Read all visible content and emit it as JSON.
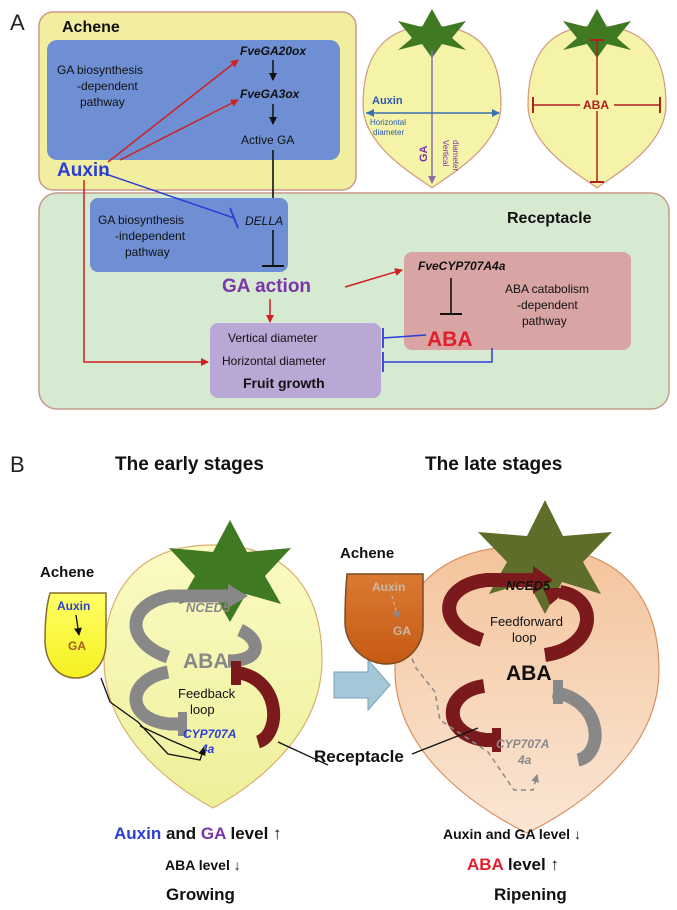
{
  "panel_a": {
    "label": "A",
    "achene_title": "Achene",
    "receptacle_title": "Receptacle",
    "ga_dep_line1": "GA biosynthesis",
    "ga_dep_line2": "-dependent",
    "ga_dep_line3": "pathway",
    "gene_ga20ox": "FveGA20ox",
    "gene_ga3ox": "FveGA3ox",
    "active_ga": "Active GA",
    "auxin": "Auxin",
    "della": "DELLA",
    "ga_indep_line1": "GA biosynthesis",
    "ga_indep_line2": "-independent",
    "ga_indep_line3": "pathway",
    "ga_action": "GA action",
    "gene_cyp": "FveCYP707A4a",
    "aba_cat_line1": "ABA catabolism",
    "aba_cat_line2": "-dependent",
    "aba_cat_line3": "pathway",
    "aba": "ABA",
    "vertical_diameter": "Vertical diameter",
    "horizontal_diameter": "Horizontal diameter",
    "fruit_growth": "Fruit growth",
    "fruit1_auxin": "Auxin",
    "fruit1_horiz_line1": "Horizontal",
    "fruit1_horiz_line2": "diameter",
    "fruit1_ga": "GA",
    "fruit1_vert_line1": "Vertical",
    "fruit1_vert_line2": "diameter",
    "fruit2_aba": "ABA"
  },
  "panel_b": {
    "label": "B",
    "early_title": "The early stages",
    "late_title": "The late stages",
    "early": {
      "achene": "Achene",
      "auxin": "Auxin",
      "ga": "GA",
      "nced5": "NCED5",
      "aba": "ABA",
      "loop_line1": "Feedback",
      "loop_line2": "loop",
      "cyp_line1": "CYP707A",
      "cyp_line2": "4a"
    },
    "late": {
      "achene": "Achene",
      "auxin": "Auxin",
      "ga": "GA",
      "nced5": "NCED5",
      "aba": "ABA",
      "loop_line1": "Feedforward",
      "loop_line2": "loop",
      "cyp_line1": "CYP707A",
      "cyp_line2": "4a"
    },
    "receptacle": "Receptacle",
    "early_caption": {
      "auxin": "Auxin",
      "and": " and ",
      "ga": "GA",
      "level_up": " level ↑",
      "aba_line": "ABA level ↓",
      "status": "Growing"
    },
    "late_caption": {
      "line1": "Auxin and GA level ↓",
      "aba": "ABA",
      "level_up": " level ↑",
      "status": "Ripening"
    }
  },
  "colors": {
    "achene_bg": "#f1eea0",
    "receptacle_bg": "#d5ead0",
    "blue_box": "#6e8fd4",
    "pink_box": "#d9a4a4",
    "purple_box": "#b9a7d5",
    "auxin_blue": "#2a3fd8",
    "ga_purple": "#7a35a8",
    "aba_red": "#e0202c",
    "dark_red": "#8e1f22",
    "leaf_green": "#3f7a22",
    "early_fruit": "#f4f3a8",
    "late_fruit": "#f6cfaa",
    "late_achene": "#d2651e"
  }
}
